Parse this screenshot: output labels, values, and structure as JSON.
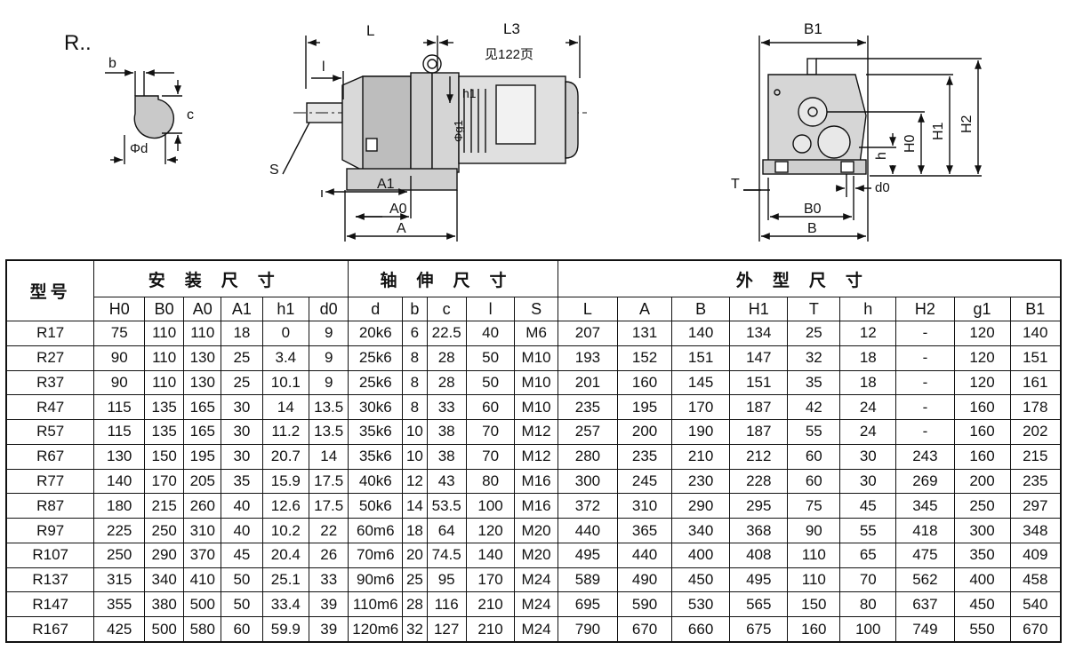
{
  "drawing": {
    "series_label": "R..",
    "shaft": {
      "b": "b",
      "c": "c",
      "d": "Φd"
    },
    "side": {
      "L": "L",
      "L3": "L3",
      "see_page": "见122页",
      "l": "l",
      "h1": "h1",
      "g1": "Φg1",
      "S": "S",
      "A1": "A1",
      "A0": "A0",
      "A": "A"
    },
    "front": {
      "B1": "B1",
      "H2": "H2",
      "H1": "H1",
      "H0": "H0",
      "h": "h",
      "T": "T",
      "d0": "d0",
      "B0": "B0",
      "B": "B"
    }
  },
  "table": {
    "model_header": "型号",
    "groups": [
      "安装尺寸",
      "轴伸尺寸",
      "外型尺寸"
    ],
    "columns": [
      "H0",
      "B0",
      "A0",
      "A1",
      "h1",
      "d0",
      "d",
      "b",
      "c",
      "l",
      "S",
      "L",
      "A",
      "B",
      "H1",
      "T",
      "h",
      "H2",
      "g1",
      "B1"
    ],
    "rows": [
      [
        "R17",
        "75",
        "110",
        "110",
        "18",
        "0",
        "9",
        "20k6",
        "6",
        "22.5",
        "40",
        "M6",
        "207",
        "131",
        "140",
        "134",
        "25",
        "12",
        "-",
        "120",
        "140"
      ],
      [
        "R27",
        "90",
        "110",
        "130",
        "25",
        "3.4",
        "9",
        "25k6",
        "8",
        "28",
        "50",
        "M10",
        "193",
        "152",
        "151",
        "147",
        "32",
        "18",
        "-",
        "120",
        "151"
      ],
      [
        "R37",
        "90",
        "110",
        "130",
        "25",
        "10.1",
        "9",
        "25k6",
        "8",
        "28",
        "50",
        "M10",
        "201",
        "160",
        "145",
        "151",
        "35",
        "18",
        "-",
        "120",
        "161"
      ],
      [
        "R47",
        "115",
        "135",
        "165",
        "30",
        "14",
        "13.5",
        "30k6",
        "8",
        "33",
        "60",
        "M10",
        "235",
        "195",
        "170",
        "187",
        "42",
        "24",
        "-",
        "160",
        "178"
      ],
      [
        "R57",
        "115",
        "135",
        "165",
        "30",
        "11.2",
        "13.5",
        "35k6",
        "10",
        "38",
        "70",
        "M12",
        "257",
        "200",
        "190",
        "187",
        "55",
        "24",
        "-",
        "160",
        "202"
      ],
      [
        "R67",
        "130",
        "150",
        "195",
        "30",
        "20.7",
        "14",
        "35k6",
        "10",
        "38",
        "70",
        "M12",
        "280",
        "235",
        "210",
        "212",
        "60",
        "30",
        "243",
        "160",
        "215"
      ],
      [
        "R77",
        "140",
        "170",
        "205",
        "35",
        "15.9",
        "17.5",
        "40k6",
        "12",
        "43",
        "80",
        "M16",
        "300",
        "245",
        "230",
        "228",
        "60",
        "30",
        "269",
        "200",
        "235"
      ],
      [
        "R87",
        "180",
        "215",
        "260",
        "40",
        "12.6",
        "17.5",
        "50k6",
        "14",
        "53.5",
        "100",
        "M16",
        "372",
        "310",
        "290",
        "295",
        "75",
        "45",
        "345",
        "250",
        "297"
      ],
      [
        "R97",
        "225",
        "250",
        "310",
        "40",
        "10.2",
        "22",
        "60m6",
        "18",
        "64",
        "120",
        "M20",
        "440",
        "365",
        "340",
        "368",
        "90",
        "55",
        "418",
        "300",
        "348"
      ],
      [
        "R107",
        "250",
        "290",
        "370",
        "45",
        "20.4",
        "26",
        "70m6",
        "20",
        "74.5",
        "140",
        "M20",
        "495",
        "440",
        "400",
        "408",
        "110",
        "65",
        "475",
        "350",
        "409"
      ],
      [
        "R137",
        "315",
        "340",
        "410",
        "50",
        "25.1",
        "33",
        "90m6",
        "25",
        "95",
        "170",
        "M24",
        "589",
        "490",
        "450",
        "495",
        "110",
        "70",
        "562",
        "400",
        "458"
      ],
      [
        "R147",
        "355",
        "380",
        "500",
        "50",
        "33.4",
        "39",
        "110m6",
        "28",
        "116",
        "210",
        "M24",
        "695",
        "590",
        "530",
        "565",
        "150",
        "80",
        "637",
        "450",
        "540"
      ],
      [
        "R167",
        "425",
        "500",
        "580",
        "60",
        "59.9",
        "39",
        "120m6",
        "32",
        "127",
        "210",
        "M24",
        "790",
        "670",
        "660",
        "675",
        "160",
        "100",
        "749",
        "550",
        "670"
      ]
    ]
  }
}
